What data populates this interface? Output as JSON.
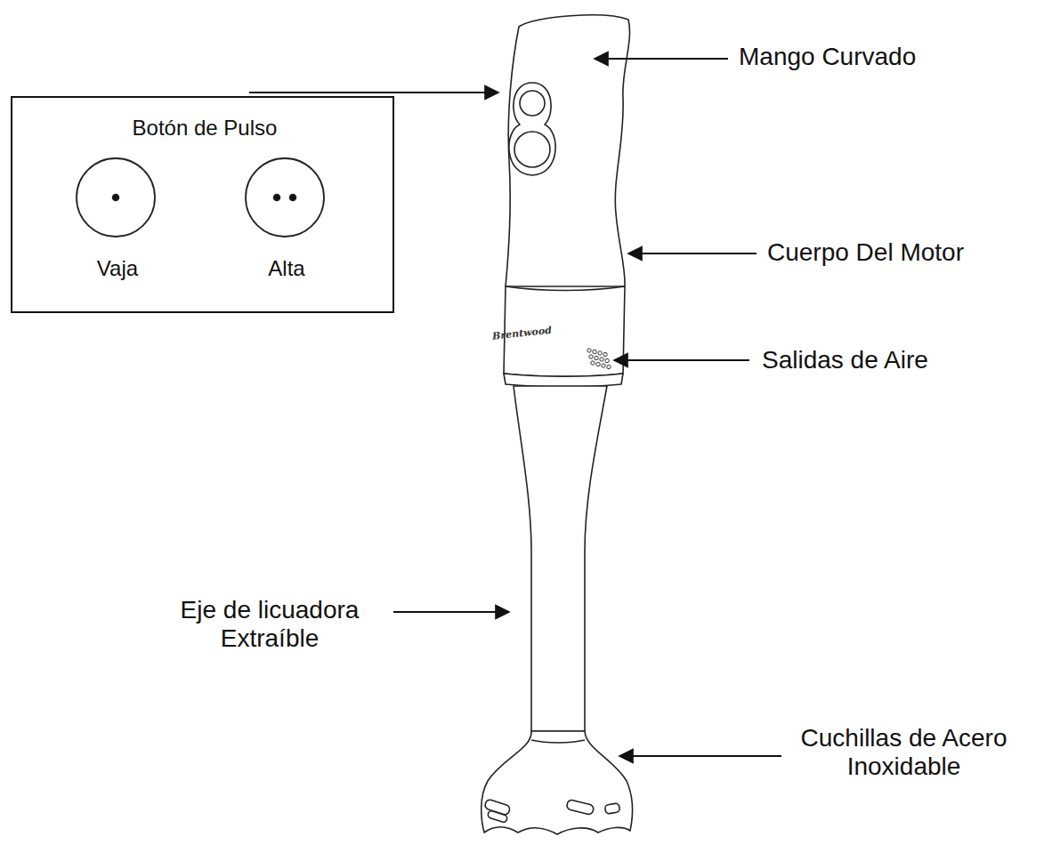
{
  "diagram": {
    "nodes": [
      {
        "text": [
          "Botón de Pulso",
          "Vaja",
          "Alta"
        ]
      }
    ],
    "labels": [
      "Mango Curvado",
      "Cuerpo Del Motor",
      "Salidas de Aire",
      "Eje de licuadora Extraíble",
      "Cuchillas de Acero Inoxidable",
      "Brentwood"
    ]
  }
}
